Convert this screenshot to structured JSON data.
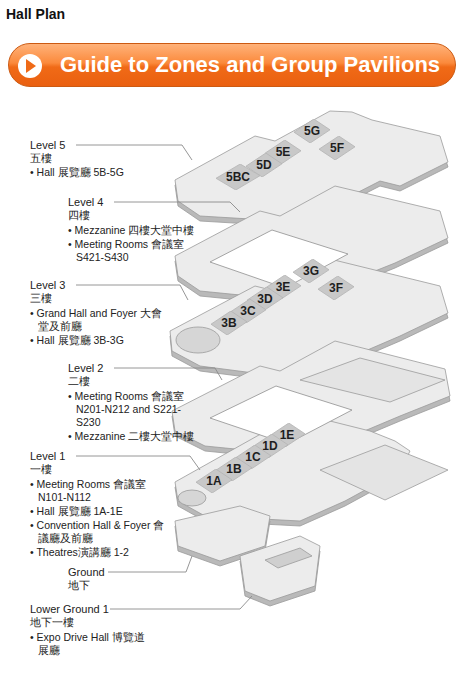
{
  "diagram": {
    "title": "Hall Plan",
    "nodes": [
      {
        "text": [
          "Guide to Zones and Group Pavilions"
        ]
      },
      {
        "text": [
          "5G"
        ]
      },
      {
        "text": [
          "5F"
        ]
      },
      {
        "text": [
          "5E"
        ]
      },
      {
        "text": [
          "5D"
        ]
      },
      {
        "text": [
          "5BC"
        ]
      },
      {
        "text": [
          "3G"
        ]
      },
      {
        "text": [
          "3F"
        ]
      },
      {
        "text": [
          "3E"
        ]
      },
      {
        "text": [
          "3D"
        ]
      },
      {
        "text": [
          "3C"
        ]
      },
      {
        "text": [
          "3B"
        ]
      },
      {
        "text": [
          "1E"
        ]
      },
      {
        "text": [
          "1D"
        ]
      },
      {
        "text": [
          "1C"
        ]
      },
      {
        "text": [
          "1B"
        ]
      },
      {
        "text": [
          "1A"
        ]
      }
    ],
    "labels": [
      "Level 5",
      "五樓",
      "• Hall 展覽廳 5B-5G",
      "Level 4",
      "四樓",
      "• Mezzanine 四樓大堂中樓",
      "• Meeting Rooms 會議室 S421-S430",
      "Level 3",
      "三樓",
      "• Grand Hall and Foyer 大會堂及前廳",
      "• Hall 展覽廳 3B-3G",
      "Level 2",
      "二樓",
      "• Meeting Rooms 會議室 N201-N212 and S221-S230",
      "• Mezzanine 二樓大堂中樓",
      "Level 1",
      "一樓",
      "• Meeting Rooms 會議室 N101-N112",
      "• Hall 展覽廳 1A-1E",
      "• Convention Hall & Foyer 會議廳及前廳",
      "• Theatres演講廳 1-2",
      "Ground",
      "地下",
      "Lower Ground 1",
      "地下一樓",
      "• Expo Drive Hall 博覽道展廳"
    ]
  }
}
